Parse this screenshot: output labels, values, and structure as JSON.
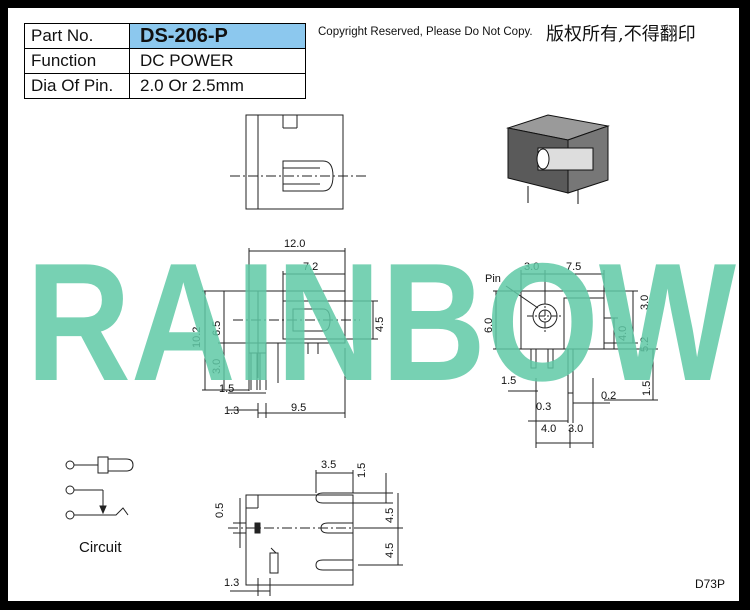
{
  "spec": {
    "part_no_label": "Part No.",
    "part_no_value": "DS-206-P",
    "function_label": "Function",
    "function_value": "DC POWER",
    "dia_label": "Dia Of Pin.",
    "dia_value": "2.0 Or 2.5mm"
  },
  "copyright": {
    "en": "Copyright Reserved, Please Do Not Copy.",
    "cn": "版权所有,不得翻印"
  },
  "watermark": {
    "text": "RAINBOW",
    "color": "#5fc9a6"
  },
  "drawing_code": "D73P",
  "circuit_label": "Circuit",
  "dims": {
    "side": {
      "d12": "12.0",
      "d72": "7.2",
      "d102": "10.2",
      "d65": "6.5",
      "d30": "3.0",
      "d45": "4.5",
      "d15": "1.5",
      "d13": "1.3",
      "d95": "9.5"
    },
    "front": {
      "pin": "Pin",
      "d30a": "3.0",
      "d75": "7.5",
      "d60": "6.0",
      "d30b": "3.0",
      "d40": "4.0",
      "d52": "5.2",
      "d15a": "1.5",
      "d15b": "1.5",
      "d03": "0.3",
      "d02": "0.2",
      "d40b": "4.0",
      "d30c": "3.0"
    },
    "bottom": {
      "d35": "3.5",
      "d15": "1.5",
      "d05": "0.5",
      "d45a": "4.5",
      "d45b": "4.5",
      "d13": "1.3"
    }
  }
}
